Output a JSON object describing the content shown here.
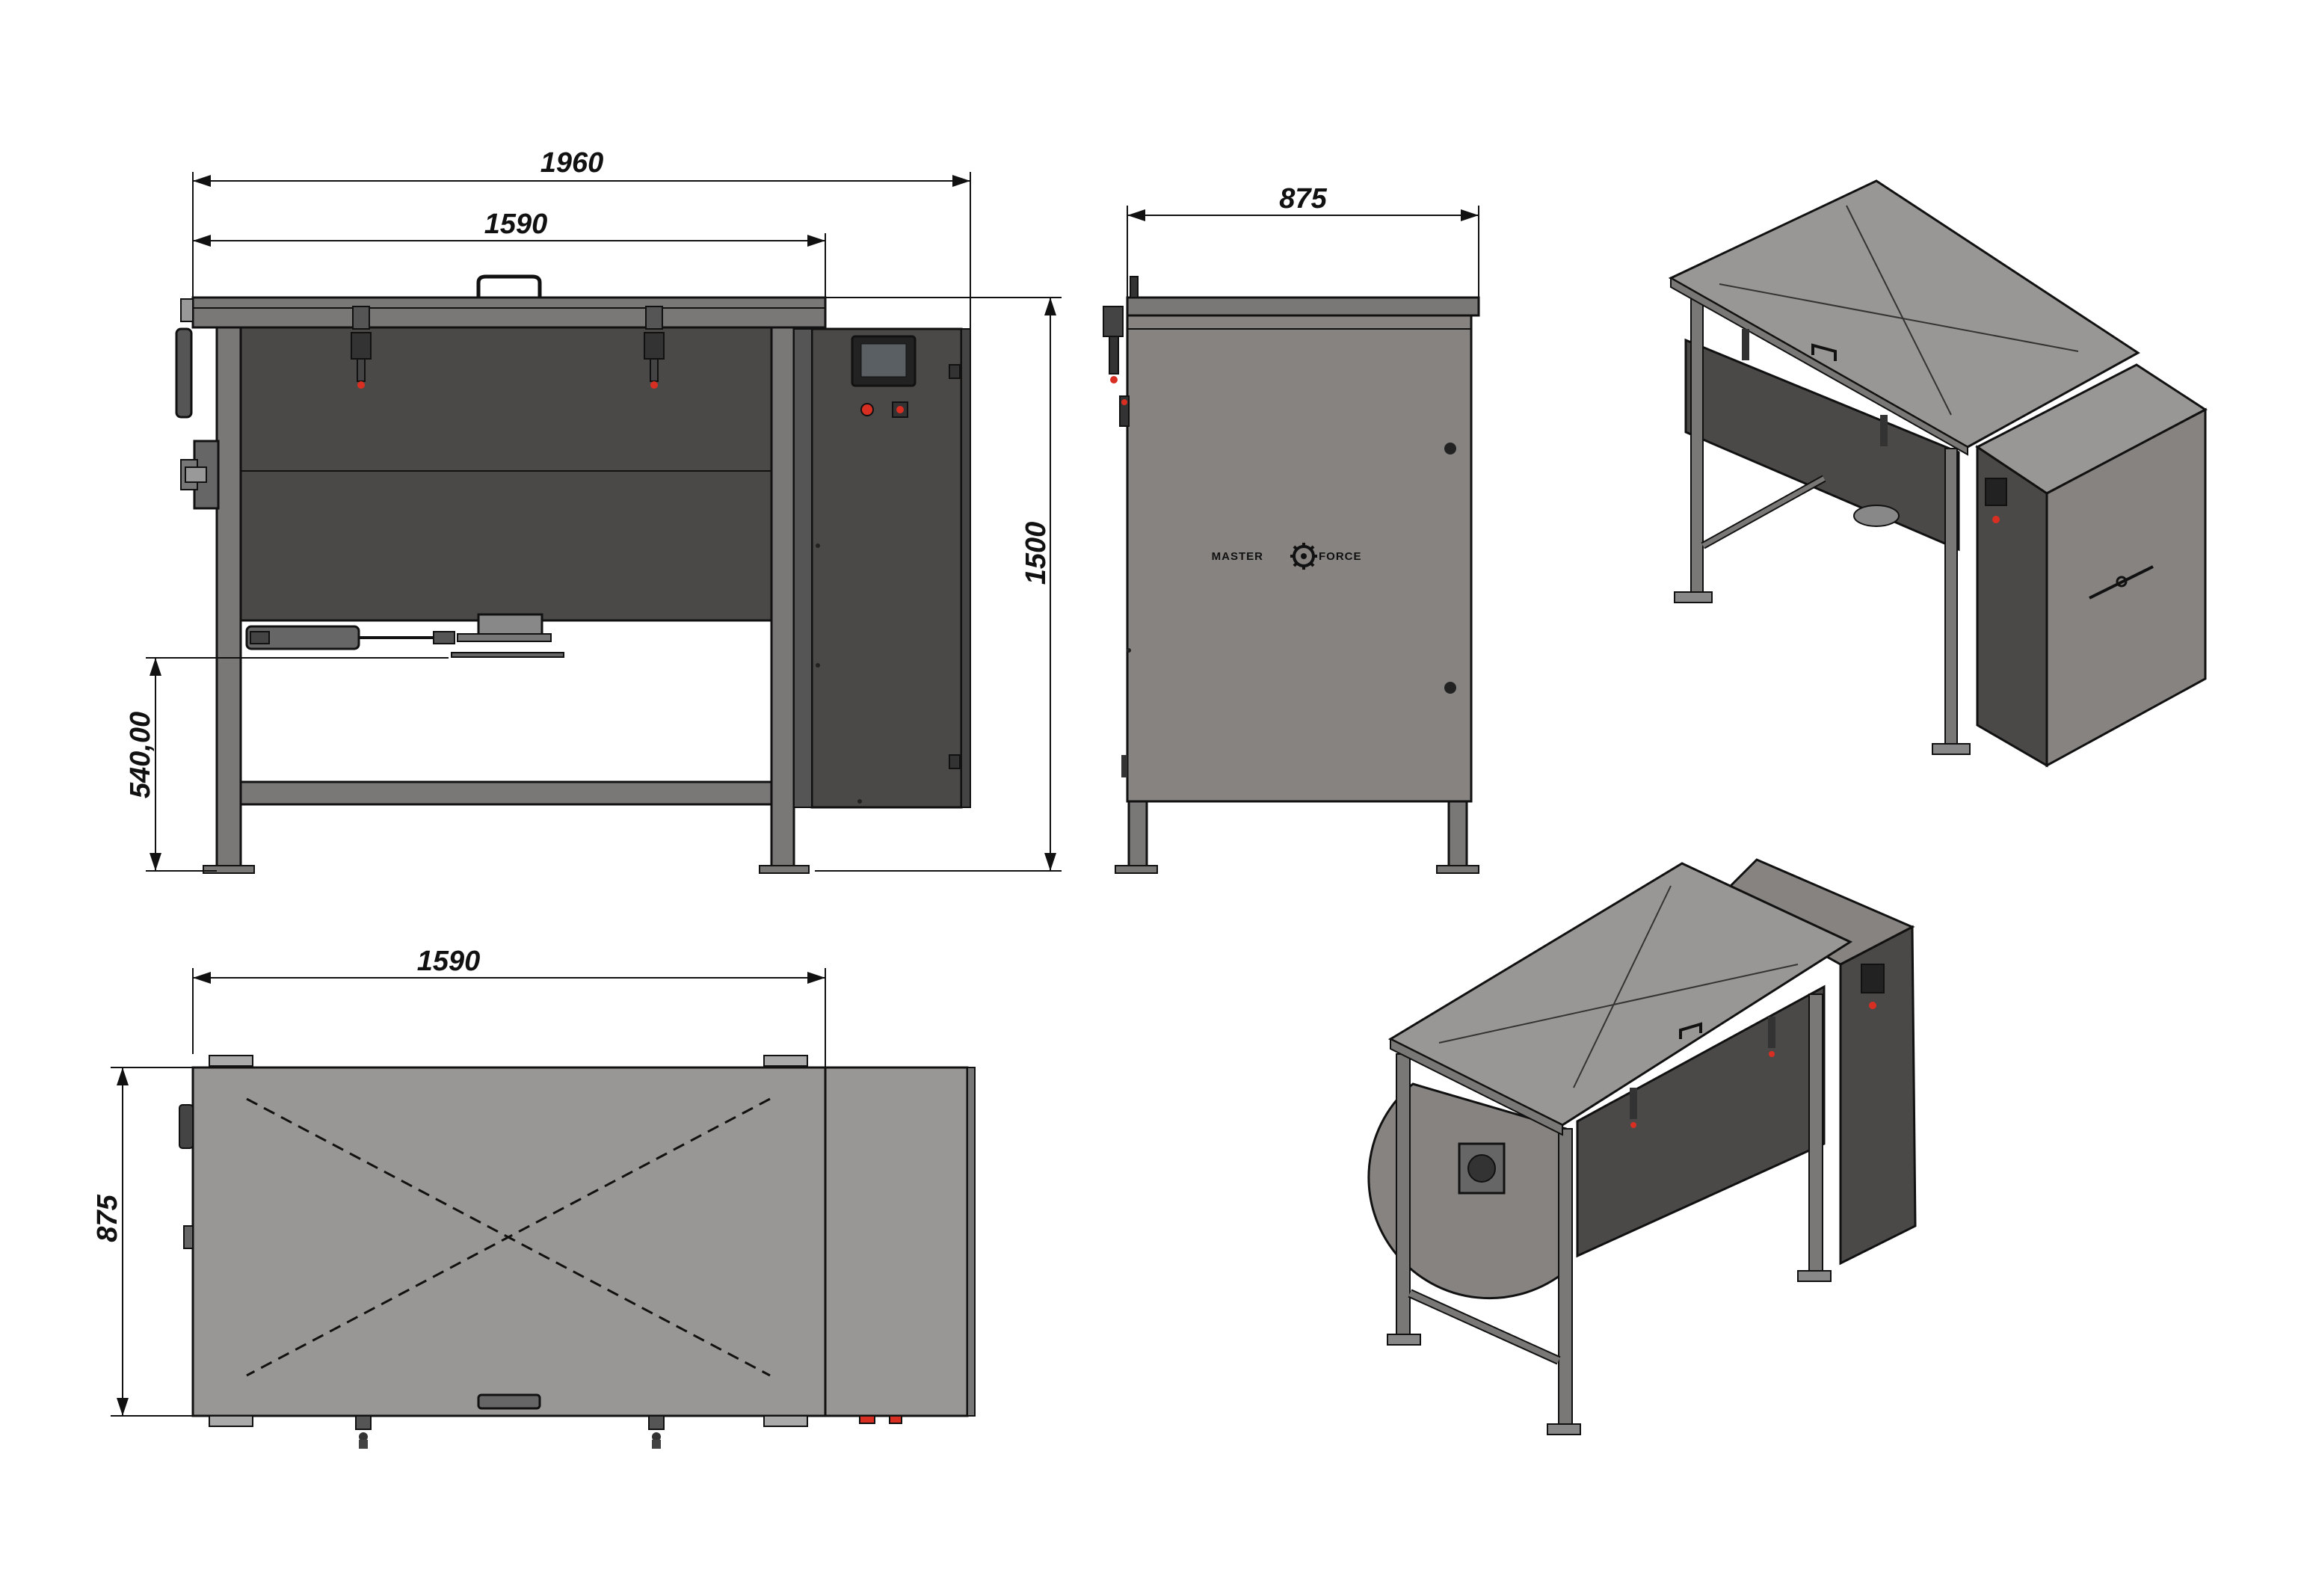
{
  "dimensions": {
    "front_total_width": "1960",
    "front_tank_width": "1590",
    "side_depth": "875",
    "total_height": "1500",
    "outlet_height": "540,00",
    "top_tank_width": "1590",
    "top_depth": "875"
  },
  "brand": {
    "left": "MASTER",
    "right": "FORCE"
  },
  "colors": {
    "body": "#4a4948",
    "panel": "#868381",
    "lid": "#999795",
    "frame": "#7a7876",
    "line": "#111111",
    "indicator": "#d82f22"
  }
}
